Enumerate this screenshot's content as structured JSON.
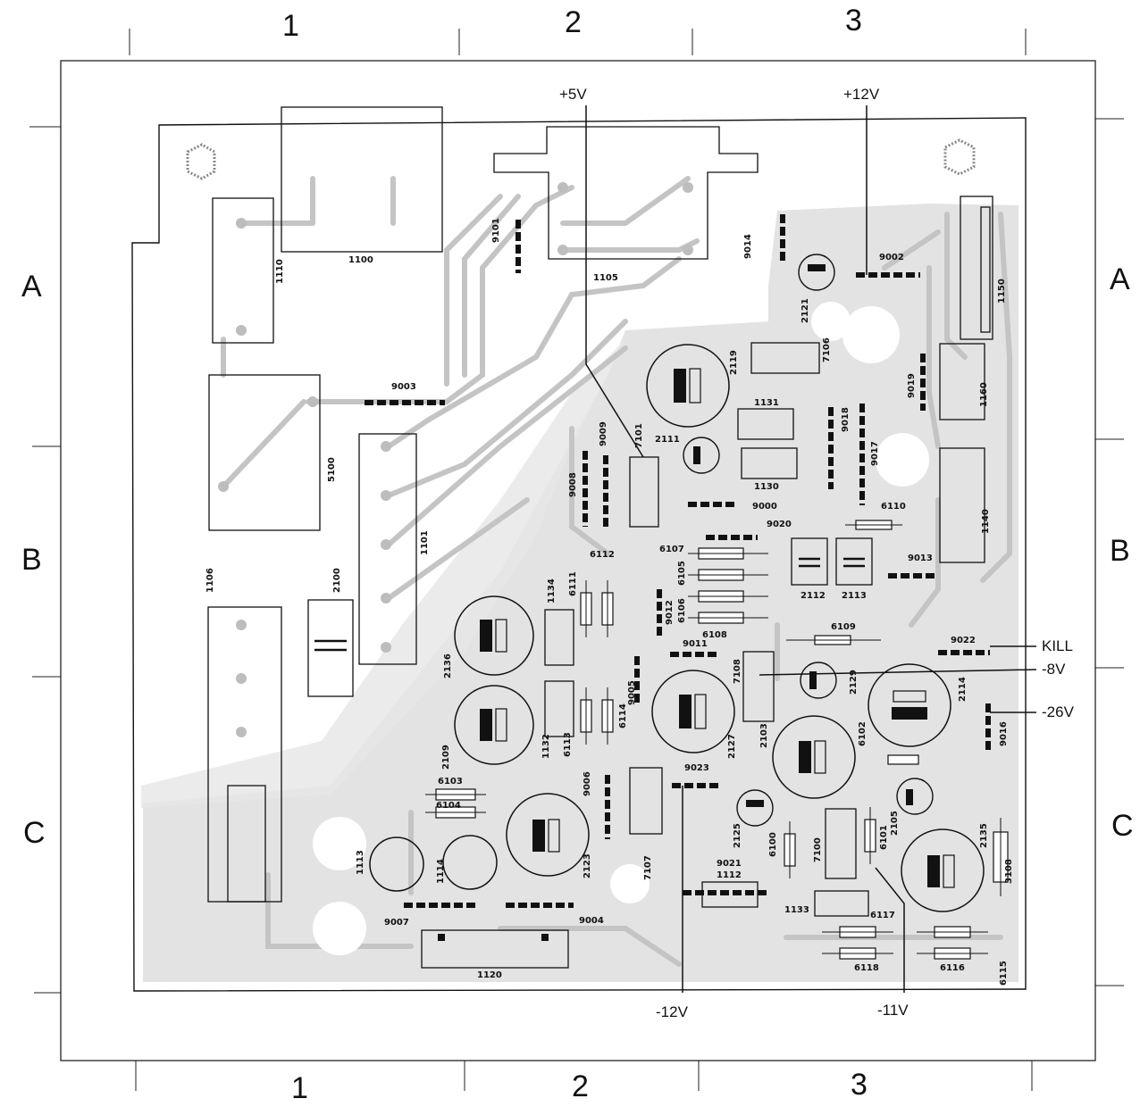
{
  "grid": {
    "columns_top": [
      "1",
      "2",
      "3"
    ],
    "columns_bottom": [
      "1",
      "2",
      "3"
    ],
    "rows_left": [
      "A",
      "B",
      "C"
    ],
    "rows_right": [
      "A",
      "B",
      "C"
    ]
  },
  "supply_labels": {
    "p5v": "+5V",
    "p12v": "+12V",
    "kill": "KILL",
    "m8v": "-8V",
    "m26v": "-26V",
    "m12v": "-12V",
    "m11v": "-11V"
  },
  "components": {
    "c1100": "1100",
    "c1110": "1110",
    "c1105": "1105",
    "c9101": "9101",
    "c9014": "9014",
    "c2121": "2121",
    "c9002": "9002",
    "c1150": "1150",
    "c9003": "9003",
    "c2119": "2119",
    "c7106": "7106",
    "c9019": "9019",
    "c1160": "1160",
    "c1131": "1131",
    "c9018": "9018",
    "c9017": "9017",
    "c5100": "5100",
    "c1101": "1101",
    "c9009": "9009",
    "c7101": "7101",
    "c2111": "2111",
    "c9008": "9008",
    "c1130": "1130",
    "c1140": "1140",
    "c9000": "9000",
    "c6110": "6110",
    "c9020": "9020",
    "c1106": "1106",
    "c2100": "2100",
    "c6112": "6112",
    "c6107": "6107",
    "c6105": "6105",
    "c6106": "6106",
    "c9012": "9012",
    "c9013": "9013",
    "c1134": "1134",
    "c6111": "6111",
    "c2112": "2112",
    "c2113": "2113",
    "c6108": "6108",
    "c6109": "6109",
    "c9011": "9011",
    "c9022": "9022",
    "c2136": "2136",
    "c7108": "7108",
    "c2129": "2129",
    "c2114": "2114",
    "c9005": "9005",
    "c6114": "6114",
    "c9016": "9016",
    "c2109": "2109",
    "c1132": "1132",
    "c6113": "6113",
    "c2127": "2127",
    "c2103": "2103",
    "c6102": "6102",
    "c9006": "9006",
    "c9023": "9023",
    "c6103": "6103",
    "c6104": "6104",
    "c2125": "2125",
    "c6100": "6100",
    "c7100": "7100",
    "c6101": "6101",
    "c2105": "2105",
    "c2135": "2135",
    "c3108": "3108",
    "c1113": "1113",
    "c1114": "1114",
    "c2123": "2123",
    "c7107": "7107",
    "c9021": "9021",
    "c1112": "1112",
    "c1133": "1133",
    "c6117": "6117",
    "c9007": "9007",
    "c9004": "9004",
    "c1120": "1120",
    "c6118": "6118",
    "c6116": "6116",
    "c6115": "6115"
  }
}
